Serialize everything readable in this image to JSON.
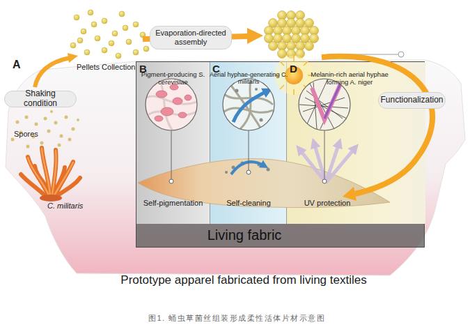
{
  "diagram": {
    "caption": "图1. 蛹虫草菌丝组装形成柔性活体片材示意图",
    "nodes": [
      {
        "text": [
          "Evaporation-directed assembly"
        ]
      },
      {
        "text": [
          "Shaking condition"
        ]
      },
      {
        "text": [
          "Functionalization"
        ]
      },
      {
        "text": [
          "Living fabric"
        ]
      },
      {
        "text": [
          "B",
          "Pigment-producing S. cerevisiae",
          "Self-pigmentation"
        ],
        "in": 3
      },
      {
        "text": [
          "C",
          "Aerial hyphae-generating C. militaris",
          "Self-cleaning"
        ],
        "in": 3
      },
      {
        "text": [
          "D",
          "Melanin-rich aerial hyphae forming A. niger",
          "UV protection"
        ],
        "in": 3
      }
    ],
    "labels": [
      "A",
      "Pellets Collection",
      "Spores",
      "C. militaris",
      "Prototype apparel fabricated from living textiles"
    ]
  }
}
